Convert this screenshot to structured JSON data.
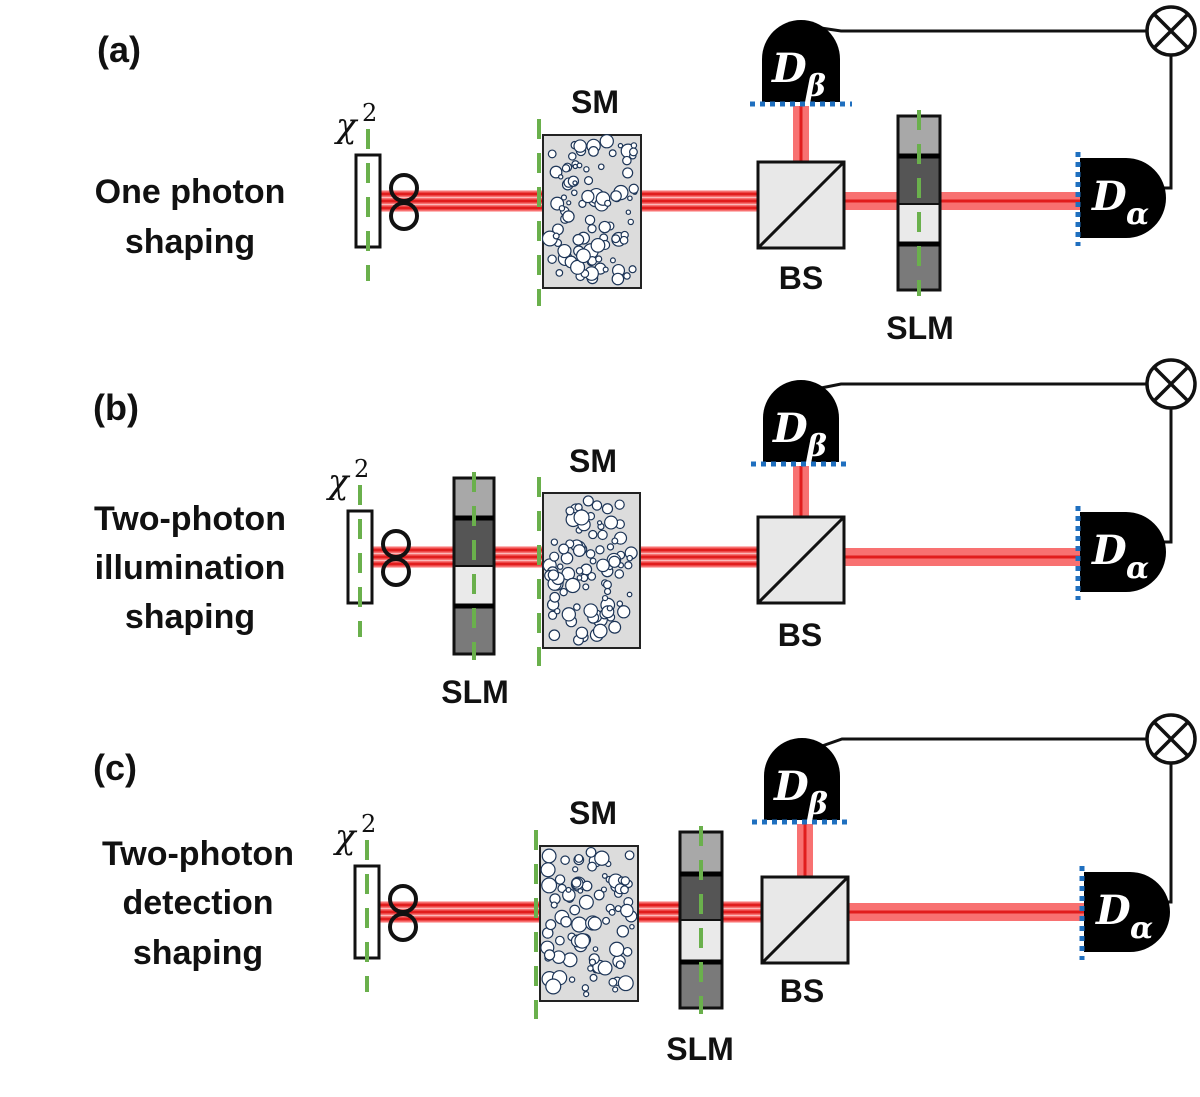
{
  "colors": {
    "beam_outer": "#f87171",
    "beam_inner": "#e11d1d",
    "green_dash": "#6ab04c",
    "blue_dots": "#1f6fbf",
    "detector": "#000000",
    "medium_fill": "#dcdcdc",
    "bs_fill": "#e8e8e8",
    "slm_light": "#a8a8a8",
    "slm_dark": "#555555",
    "slm_white": "#eaeaea",
    "slm_mid": "#7a7a7a"
  },
  "labels": {
    "chi": "χ",
    "chi_sup": "2",
    "sm": "SM",
    "bs": "BS",
    "slm": "SLM",
    "det_main": "D",
    "det_alpha": "α",
    "det_beta": "β",
    "multiplier_icon": "circled-times-icon"
  },
  "panels": [
    {
      "id": "a",
      "panel_label": "(a)",
      "mode_lines": [
        "One photon",
        "shaping"
      ]
    },
    {
      "id": "b",
      "panel_label": "(b)",
      "mode_lines": [
        "Two-photon",
        "illumination",
        "shaping"
      ]
    },
    {
      "id": "c",
      "panel_label": "(c)",
      "mode_lines": [
        "Two-photon",
        "detection",
        "shaping"
      ]
    }
  ]
}
